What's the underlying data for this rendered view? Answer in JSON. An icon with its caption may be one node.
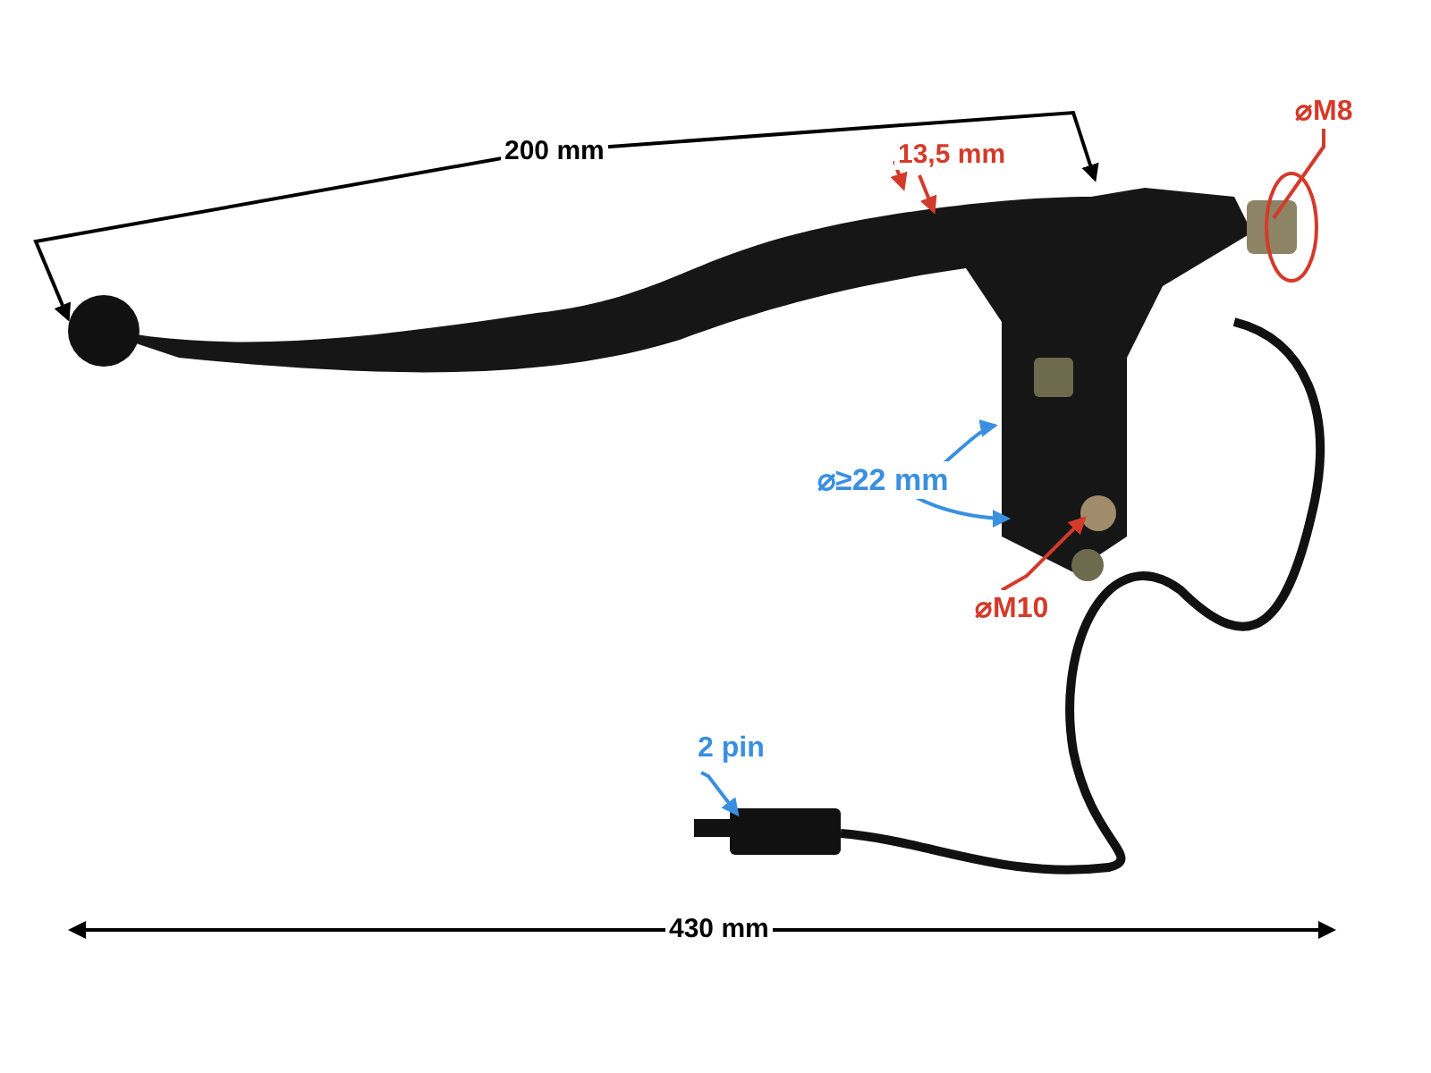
{
  "diagram": {
    "nodes": [
      {
        "text": [
          "⌀M8"
        ]
      },
      {
        "text": [
          "⌀M10"
        ]
      },
      {
        "text": [
          "2 pin"
        ]
      }
    ],
    "edges": [
      {
        "from": 0,
        "to": null,
        "arrow": "none",
        "color": "#d43a2a"
      },
      {
        "from": 1,
        "to": null,
        "arrow": "to",
        "color": "#d43a2a"
      },
      {
        "from": 2,
        "to": null,
        "arrow": "to",
        "color": "#3a8fe0"
      }
    ],
    "labels": [
      "200 mm",
      "13,5 mm",
      "⌀≥22 mm",
      "430 mm"
    ]
  }
}
